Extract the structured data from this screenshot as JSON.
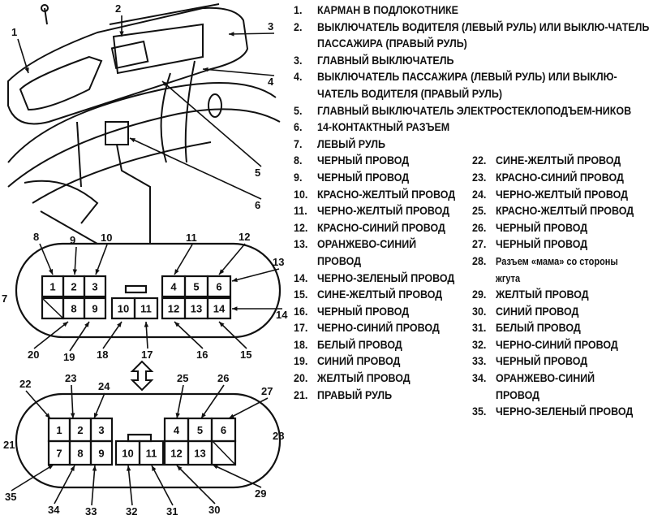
{
  "legend_full": [
    {
      "n": "1.",
      "t": "КАРМАН В ПОДЛОКОТНИКЕ"
    },
    {
      "n": "2.",
      "t": "ВЫКЛЮЧАТЕЛЬ ВОДИТЕЛЯ (ЛЕВЫЙ РУЛЬ) ИЛИ ВЫКЛЮ-ЧАТЕЛЬ ПАССАЖИРА (ПРАВЫЙ РУЛЬ)"
    },
    {
      "n": "3.",
      "t": "ГЛАВНЫЙ ВЫКЛЮЧАТЕЛЬ"
    },
    {
      "n": "4.",
      "t": "ВЫКЛЮЧАТЕЛЬ ПАССАЖИРА (ЛЕВЫЙ РУЛЬ) ИЛИ ВЫКЛЮ-ЧАТЕЛЬ ВОДИТЕЛЯ (ПРАВЫЙ РУЛЬ)"
    },
    {
      "n": "5.",
      "t": "ГЛАВНЫЙ ВЫКЛЮЧАТЕЛЬ ЭЛЕКТРОСТЕКЛОПОДЪЕМ-НИКОВ"
    },
    {
      "n": "6.",
      "t": "14-КОНТАКТНЫЙ РАЗЪЕМ"
    },
    {
      "n": "7.",
      "t": "ЛЕВЫЙ РУЛЬ"
    }
  ],
  "legend_left": [
    {
      "n": "8.",
      "t": "ЧЕРНЫЙ ПРОВОД"
    },
    {
      "n": "9.",
      "t": "ЧЕРНЫЙ ПРОВОД"
    },
    {
      "n": "10.",
      "t": "КРАСНО-ЖЕЛТЫЙ ПРОВОД"
    },
    {
      "n": "11.",
      "t": "ЧЕРНО-ЖЕЛТЫЙ ПРОВОД"
    },
    {
      "n": "12.",
      "t": "КРАСНО-СИНИЙ ПРОВОД"
    },
    {
      "n": "13.",
      "t": "ОРАНЖЕВО-СИНИЙ ПРОВОД"
    },
    {
      "n": "14.",
      "t": "ЧЕРНО-ЗЕЛЕНЫЙ ПРОВОД"
    },
    {
      "n": "15.",
      "t": "СИНЕ-ЖЕЛТЫЙ ПРОВОД"
    },
    {
      "n": "16.",
      "t": "ЧЕРНЫЙ ПРОВОД"
    },
    {
      "n": "17.",
      "t": "ЧЕРНО-СИНИЙ ПРОВОД"
    },
    {
      "n": "18.",
      "t": "БЕЛЫЙ ПРОВОД"
    },
    {
      "n": "19.",
      "t": "СИНИЙ ПРОВОД"
    },
    {
      "n": "20.",
      "t": "ЖЕЛТЫЙ ПРОВОД"
    },
    {
      "n": "21.",
      "t": "ПРАВЫЙ РУЛЬ"
    }
  ],
  "legend_right": [
    {
      "n": "22.",
      "t": "СИНЕ-ЖЕЛТЫЙ ПРОВОД"
    },
    {
      "n": "23.",
      "t": "КРАСНО-СИНИЙ ПРОВОД"
    },
    {
      "n": "24.",
      "t": "ЧЕРНО-ЖЕЛТЫЙ ПРОВОД"
    },
    {
      "n": "25.",
      "t": "КРАСНО-ЖЕЛТЫЙ ПРОВОД"
    },
    {
      "n": "26.",
      "t": "ЧЕРНЫЙ ПРОВОД"
    },
    {
      "n": "27.",
      "t": "ЧЕРНЫЙ ПРОВОД"
    },
    {
      "n": "28.",
      "t": "Разъем «мама» со стороны жгута"
    },
    {
      "n": "29.",
      "t": "ЖЕЛТЫЙ ПРОВОД"
    },
    {
      "n": "30.",
      "t": "СИНИЙ ПРОВОД"
    },
    {
      "n": "31.",
      "t": "БЕЛЫЙ ПРОВОД"
    },
    {
      "n": "32.",
      "t": "ЧЕРНО-СИНИЙ ПРОВОД"
    },
    {
      "n": "33.",
      "t": "ЧЕРНЫЙ ПРОВОД"
    },
    {
      "n": "34.",
      "t": "ОРАНЖЕВО-СИНИЙ ПРОВОД"
    },
    {
      "n": "35.",
      "t": "ЧЕРНО-ЗЕЛЕНЫЙ ПРОВОД"
    }
  ],
  "callouts": [
    "1",
    "2",
    "3",
    "4",
    "5",
    "6",
    "7",
    "8",
    "9",
    "10",
    "11",
    "12",
    "13",
    "14",
    "15",
    "16",
    "17",
    "18",
    "19",
    "20",
    "21",
    "22",
    "23",
    "24",
    "25",
    "26",
    "27",
    "28",
    "29",
    "30",
    "31",
    "32",
    "33",
    "34",
    "35"
  ],
  "connector_top_pins": [
    "1",
    "2",
    "3",
    "4",
    "5",
    "6",
    "",
    "8",
    "9",
    "10",
    "11",
    "12",
    "13",
    "14"
  ],
  "connector_bottom_pins": [
    "1",
    "2",
    "3",
    "4",
    "5",
    "6",
    "7",
    "8",
    "9",
    "10",
    "11",
    "12",
    "13",
    ""
  ]
}
